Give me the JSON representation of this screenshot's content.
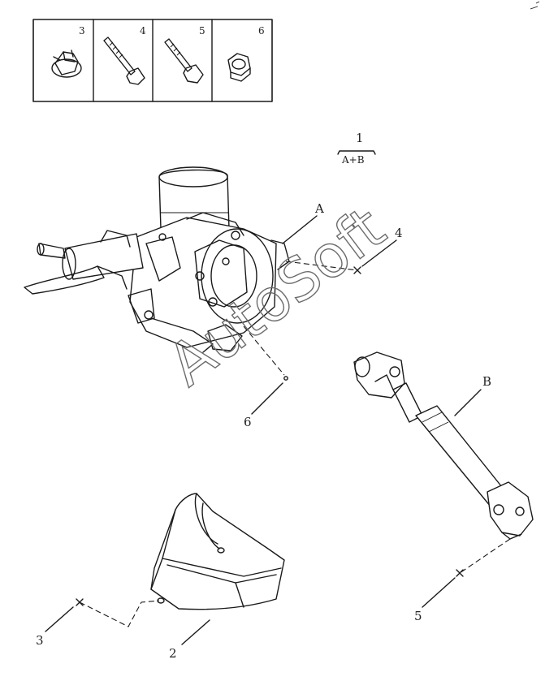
{
  "legend": {
    "cells": [
      {
        "num": "3"
      },
      {
        "num": "4"
      },
      {
        "num": "5"
      },
      {
        "num": "6"
      }
    ]
  },
  "assembly": {
    "label_top": "1",
    "label_bottom": "A+B"
  },
  "callouts": {
    "A": "A",
    "B": "B",
    "c2": "2",
    "c3": "3",
    "c4": "4",
    "c5": "5",
    "c6": "6"
  },
  "watermark": "AutoSoft"
}
